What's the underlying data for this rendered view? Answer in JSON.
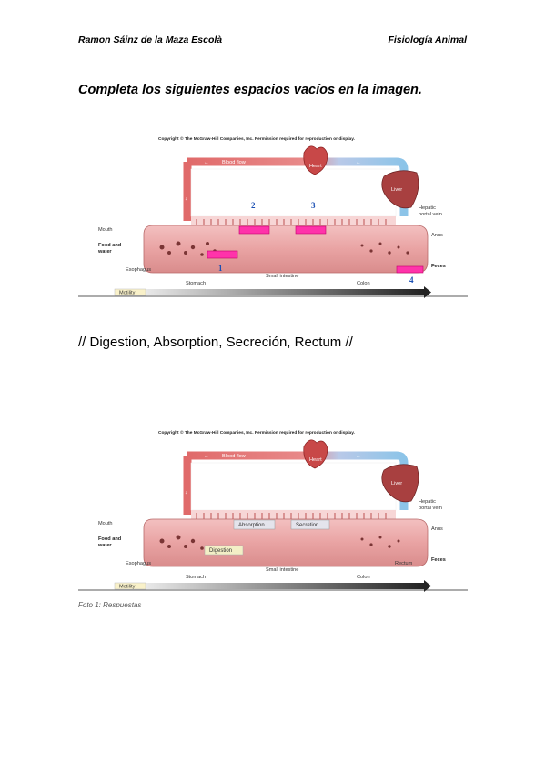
{
  "header": {
    "author": "Ramon Sáinz de la Maza Escolà",
    "subject": "Fisiología Animal"
  },
  "instruction": "Completa los siguientes espacios vacíos en la imagen.",
  "word_list": "// Digestion, Absorption, Secreción, Rectum //",
  "caption": "Foto 1: Respuestas",
  "figure": {
    "copyright": "Copyright © The McGraw-Hill Companies, Inc. Permission required for reproduction or display.",
    "blood_flow": "Blood flow",
    "heart": "Heart",
    "liver": "Liver",
    "hepatic_portal_vein_1": "Hepatic",
    "hepatic_portal_vein_2": "portal vein",
    "mouth": "Mouth",
    "food_and_water_1": "Food and",
    "food_and_water_2": "water",
    "esophagus": "Esophagus",
    "stomach": "Stomach",
    "small_intestine": "Small intestine",
    "colon": "Colon",
    "anus": "Anus",
    "feces": "Feces",
    "motility": "Motility"
  },
  "blanks": [
    "1",
    "2",
    "3",
    "4"
  ],
  "answers": {
    "absorption": "Absorption",
    "secretion": "Secretion",
    "digestion": "Digestion",
    "rectum": "Rectum"
  },
  "colors": {
    "artery_red": "#e06a6a",
    "vein_blue": "#8cc4e8",
    "gut_pink": "#e9a3a3",
    "blank_magenta": "#ff33aa",
    "number_blue": "#1a4fb3"
  }
}
